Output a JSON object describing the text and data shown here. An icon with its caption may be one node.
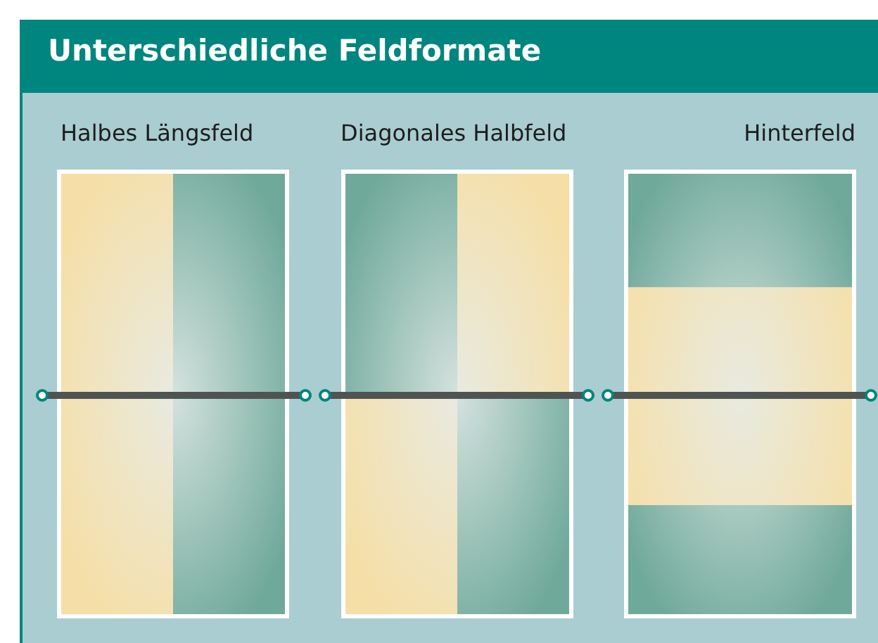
{
  "diagram": {
    "title": "Unterschiedliche Feldformate",
    "labels": [
      "Halbes Längsfeld",
      "Diagonales Halbfeld",
      "Hinterfeld"
    ]
  }
}
